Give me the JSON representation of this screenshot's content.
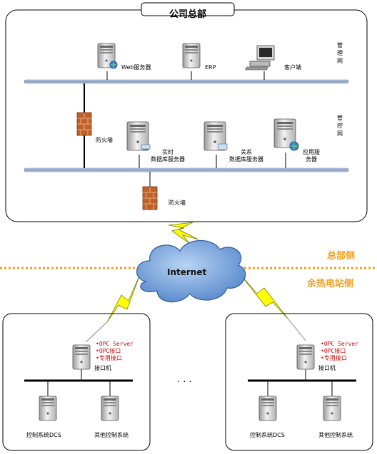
{
  "hq": {
    "title": "公司总部",
    "mgmt_net_label": "管理网",
    "ctrl_net_label": "管控网",
    "web_server": "Web服务器",
    "erp": "ERP",
    "client": "客户端",
    "firewall_inner": "防火墙",
    "realtime_db_line1": "实时",
    "realtime_db_line2": "数据库服务器",
    "relational_db_line1": "关系",
    "relational_db_line2": "数据库服务器",
    "app_server_line1": "应用服",
    "app_server_line2": "务器",
    "firewall_outer": "防火墙"
  },
  "cloud": {
    "label": "Internet"
  },
  "divider": {
    "hq_side": "总部侧",
    "plant_side": "余热电站侧"
  },
  "sites": [
    {
      "interfaces": [
        "•OPC Server",
        "•OPC接口",
        "•专用接口"
      ],
      "interface_machine": "接口机",
      "dcs": "控制系统DCS",
      "other": "其他控制系统"
    },
    {
      "interfaces": [
        "•OPC Server",
        "•OPC接口",
        "•专用接口"
      ],
      "interface_machine": "接口机",
      "dcs": "控制系统DCS",
      "other": "其他控制系统"
    }
  ],
  "ellipsis": "· · ·",
  "colors": {
    "divider": "#f0a020",
    "bolt": "#ffff00",
    "network_bar": "#8fa8c8",
    "firewall": "#c0602a",
    "cloud": "#7aa6dd"
  }
}
